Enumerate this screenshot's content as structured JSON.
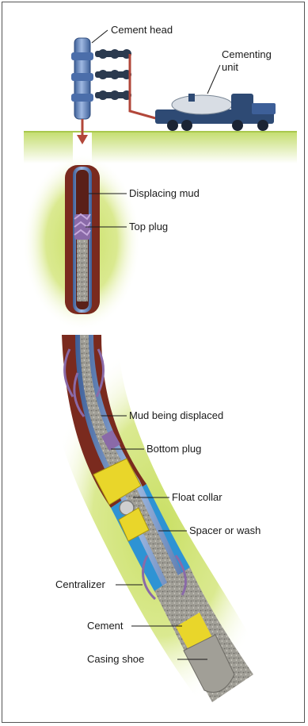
{
  "labels": {
    "cement_head": "Cement head",
    "cementing_unit_line1": "Cementing",
    "cementing_unit_line2": "unit",
    "displacing_mud": "Displacing mud",
    "top_plug": "Top plug",
    "mud_being_displaced": "Mud being displaced",
    "bottom_plug": "Bottom plug",
    "float_collar": "Float collar",
    "spacer_or_wash": "Spacer or wash",
    "centralizer": "Centralizer",
    "cement": "Cement",
    "casing_shoe": "Casing shoe"
  },
  "colors": {
    "ground": "#cde27a",
    "halo": "#c9df63",
    "formation": "#7a2a1e",
    "casing": "#6d8fc6",
    "cement": "#9a9a92",
    "spacer": "#2e93d4",
    "float_equipment": "#e9d62a",
    "plug": "#8a6aa8",
    "mud_arrow": "#b2473a"
  }
}
